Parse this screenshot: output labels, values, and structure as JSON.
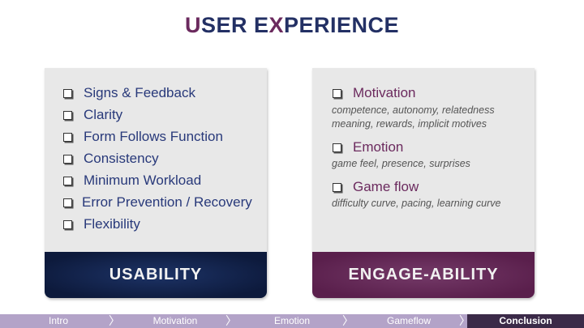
{
  "title": {
    "a": "U",
    "b": "SER E",
    "c": "X",
    "d": "PERIENCE"
  },
  "usability": {
    "items": [
      "Signs & Feedback",
      "Clarity",
      "Form Follows Function",
      "Consistency",
      "Minimum Workload",
      "Error Prevention / Recovery",
      "Flexibility"
    ],
    "label": "USABILITY"
  },
  "engageability": {
    "items": [
      {
        "label": "Motivation",
        "sub": [
          "competence, autonomy, relatedness",
          "meaning, rewards, implicit motives"
        ]
      },
      {
        "label": "Emotion",
        "sub": [
          "game feel, presence, surprises"
        ]
      },
      {
        "label": "Game flow",
        "sub": [
          "difficulty curve, pacing, learning curve"
        ]
      }
    ],
    "label": "ENGAGE-ABILITY"
  },
  "nav": [
    "Intro",
    "Motivation",
    "Emotion",
    "Gameflow",
    "Conclusion"
  ],
  "colors": {
    "navy": "#233064",
    "purple": "#6b2a5e",
    "nav": "#b3a3c8",
    "nav_active": "#3b2a48"
  }
}
